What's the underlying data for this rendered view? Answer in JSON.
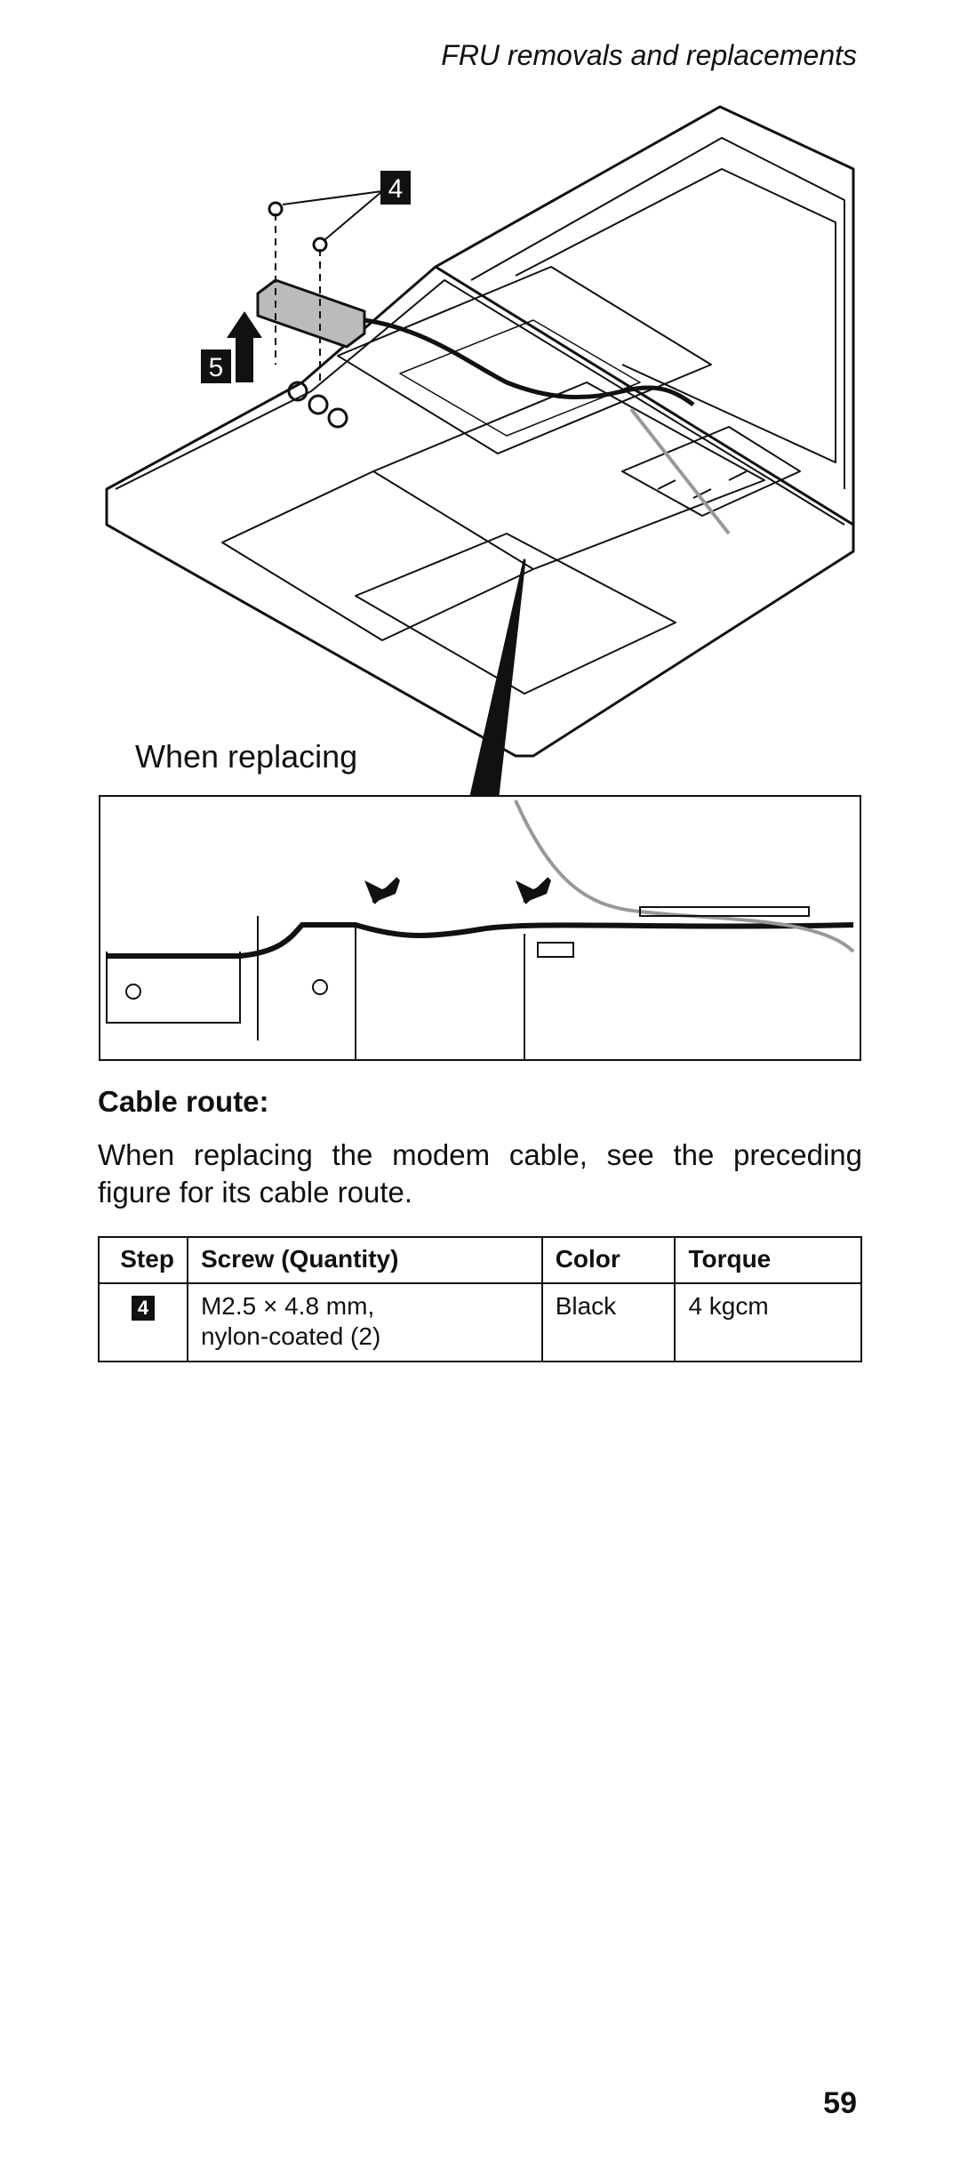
{
  "header": {
    "running_title": "FRU removals and replacements"
  },
  "figure": {
    "callouts": {
      "screws": "4",
      "bracket": "5"
    },
    "detail_caption": "When replacing"
  },
  "section": {
    "title": "Cable route:",
    "body": "When replacing the modem cable, see the preceding figure for its cable route."
  },
  "table": {
    "headers": {
      "step": "Step",
      "screw": "Screw (Quantity)",
      "color": "Color",
      "torque": "Torque"
    },
    "rows": [
      {
        "step": "4",
        "screw_line1": "M2.5 × 4.8 mm,",
        "screw_line2": "nylon-coated (2)",
        "color": "Black",
        "torque": "4 kgcm"
      }
    ]
  },
  "footer": {
    "page_number": "59"
  }
}
